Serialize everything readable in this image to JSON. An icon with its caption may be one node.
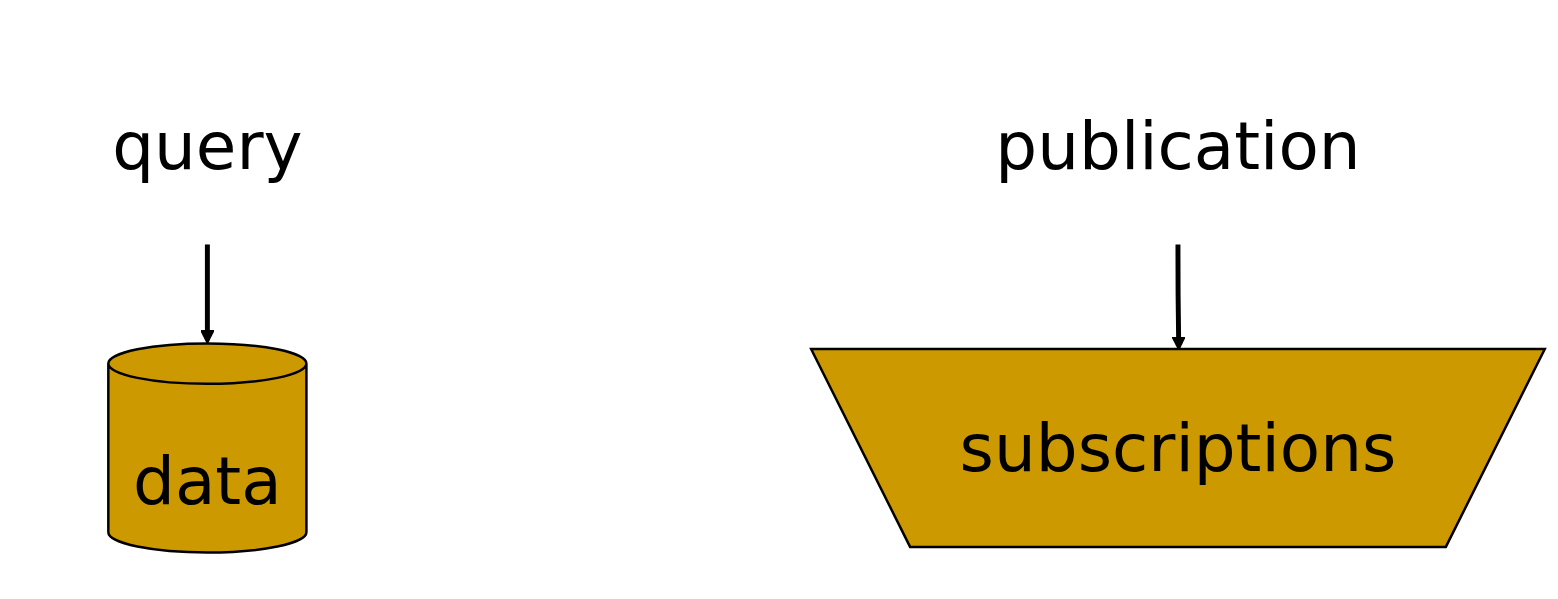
{
  "diagram": {
    "nodes": [
      {
        "text": [
          "query"
        ]
      },
      {
        "text": [
          "publication"
        ]
      },
      {
        "text": [
          "data"
        ]
      },
      {
        "text": [
          "subscriptions"
        ]
      }
    ],
    "edges": [
      {
        "from": 0,
        "to": 2,
        "arrow": "to"
      },
      {
        "from": 1,
        "to": 3,
        "arrow": "to"
      }
    ]
  }
}
